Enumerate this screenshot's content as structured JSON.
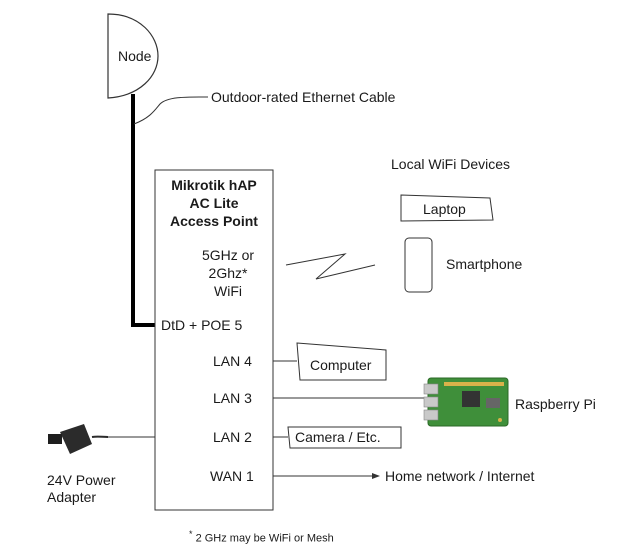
{
  "node": {
    "label": "Node"
  },
  "cable": {
    "label": "Outdoor-rated Ethernet Cable"
  },
  "router": {
    "title_lines": [
      "Mikrotik hAP",
      "AC Lite",
      "Access Point"
    ],
    "wifi_lines": [
      "5GHz or",
      "2Ghz*",
      "WiFi"
    ],
    "ports": [
      "DtD + POE  5",
      "LAN 4",
      "LAN 3",
      "LAN 2",
      "WAN 1"
    ]
  },
  "wifi_devices": {
    "heading": "Local WiFi Devices",
    "laptop": "Laptop",
    "smartphone": "Smartphone"
  },
  "wired_devices": {
    "computer": "Computer",
    "raspberry_pi": "Raspberry Pi",
    "camera": "Camera / Etc.",
    "home_network": "Home network / Internet"
  },
  "power": {
    "label_lines": [
      "24V Power",
      "Adapter"
    ]
  },
  "footnote": {
    "marker": "*",
    "text": " 2 GHz may be WiFi or Mesh"
  }
}
